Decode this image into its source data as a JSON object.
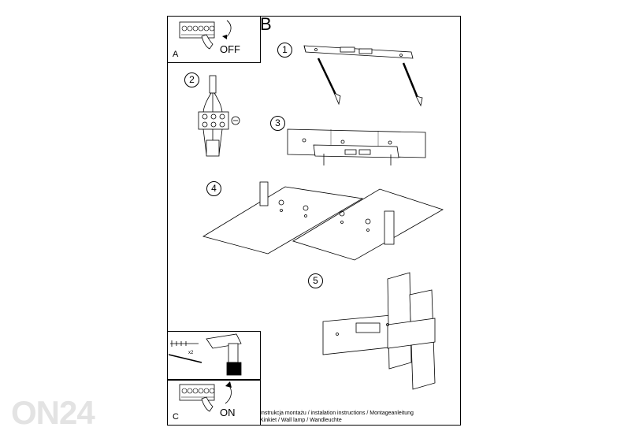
{
  "panels": {
    "a_letter": "A",
    "a_text": "OFF",
    "b_letter": "B",
    "c_letter": "C",
    "c_text": "ON",
    "drill_count": "x2"
  },
  "steps": [
    "1",
    "2",
    "3",
    "4",
    "5"
  ],
  "footer": {
    "line1": "Instrukcja montażu / instalation instructions / Montageanleitung",
    "line2": "Kinkiet / Wall lamp / Wandleuchte"
  },
  "brand": {
    "logo": "ON24"
  }
}
